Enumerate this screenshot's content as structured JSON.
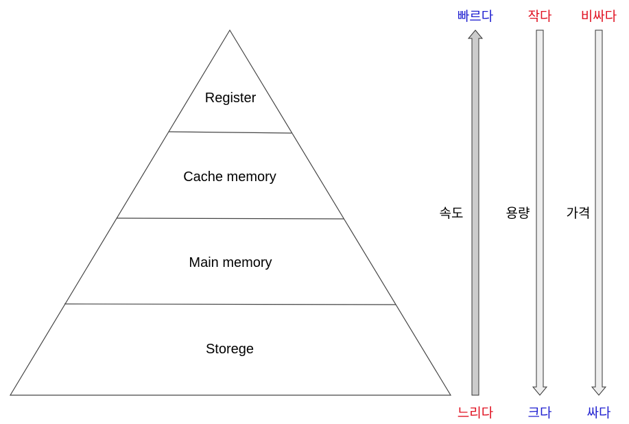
{
  "pyramid": {
    "tiers": [
      {
        "label": "Register"
      },
      {
        "label": "Cache memory"
      },
      {
        "label": "Main memory"
      },
      {
        "label": "Storege"
      }
    ]
  },
  "scales": [
    {
      "name": "속도",
      "top_label": "빠르다",
      "bottom_label": "느리다",
      "top_color": "#2020d0",
      "bottom_color": "#e01020",
      "arrow_direction": "up",
      "arrow_fill": "#cccccc"
    },
    {
      "name": "용량",
      "top_label": "작다",
      "bottom_label": "크다",
      "top_color": "#e01020",
      "bottom_color": "#2020d0",
      "arrow_direction": "down",
      "arrow_fill": "#eeeeee"
    },
    {
      "name": "가격",
      "top_label": "비싸다",
      "bottom_label": "싸다",
      "top_color": "#e01020",
      "bottom_color": "#2020d0",
      "arrow_direction": "down",
      "arrow_fill": "#eeeeee"
    }
  ]
}
